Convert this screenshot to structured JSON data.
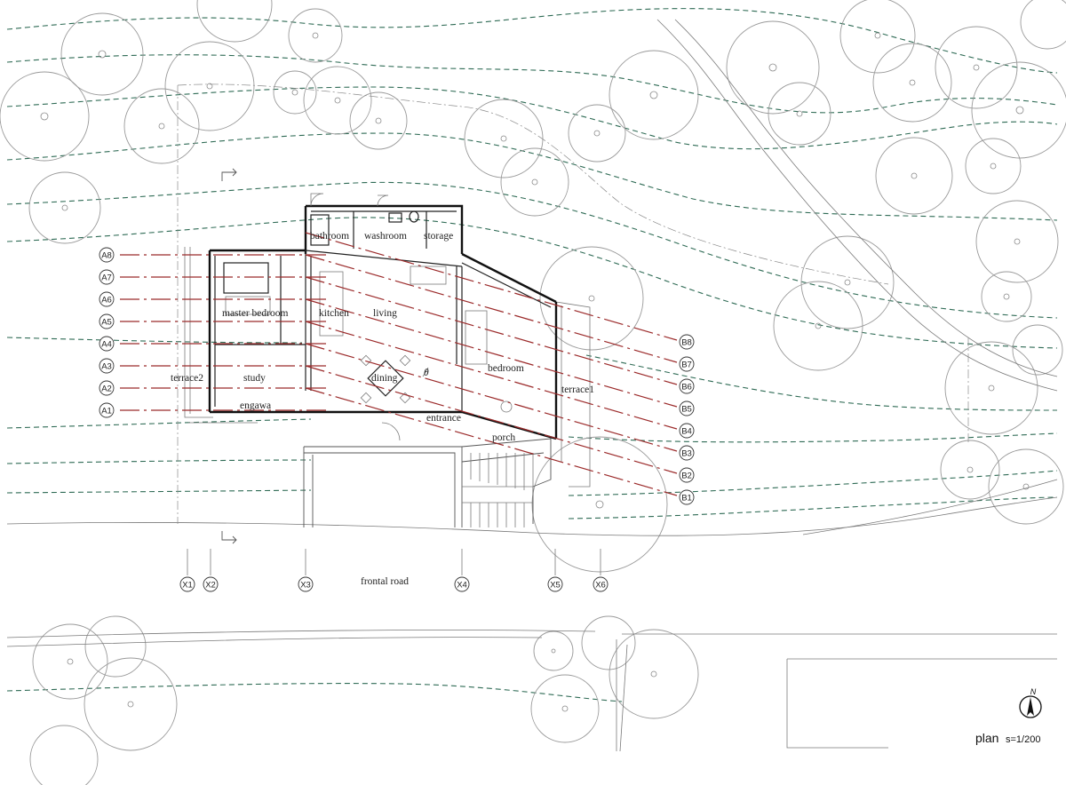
{
  "rooms": {
    "bathroom": "bathroom",
    "washroom": "washroom",
    "storage": "storage",
    "master_bedroom": "master bedroom",
    "kitchen": "kitchen",
    "living": "living",
    "bedroom": "bedroom",
    "terrace2": "terrace2",
    "study": "study",
    "dining": "dining",
    "terrace1": "terrace1",
    "engawa": "engawa",
    "entrance": "entrance",
    "porch": "porch"
  },
  "angle_label": "θ",
  "grid_a": [
    "A8",
    "A7",
    "A6",
    "A5",
    "A4",
    "A3",
    "A2",
    "A1"
  ],
  "grid_b": [
    "B8",
    "B7",
    "B6",
    "B5",
    "B4",
    "B3",
    "B2",
    "B1"
  ],
  "grid_x": [
    "X1",
    "X2",
    "X3",
    "X4",
    "X5",
    "X6"
  ],
  "road_label": "frontal road",
  "north_label": "N",
  "plan_title": "plan",
  "scale": "s=1/200",
  "colors": {
    "grid": "#9b2a2a",
    "contour": "#2f6b55",
    "tree": "#9a9a9a"
  }
}
